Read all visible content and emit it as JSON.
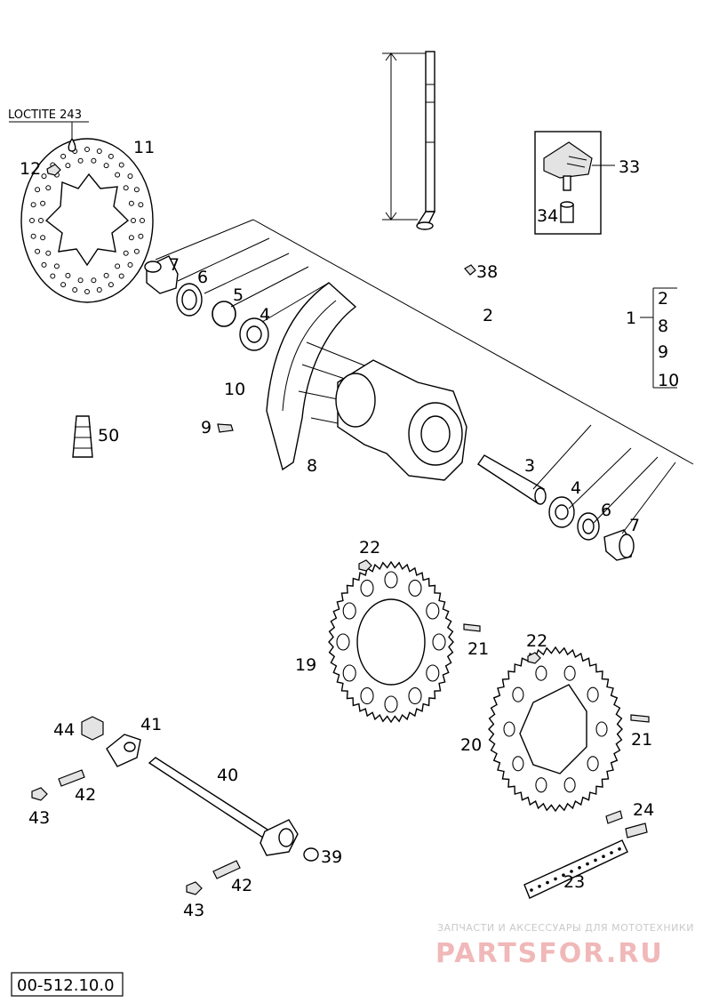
{
  "note": "LOCTITE 243",
  "reference_code": "00-512.10.0",
  "watermark": {
    "line": "ЗАПЧАСТИ И АКСЕССУАРЫ ДЛЯ МОТОТЕХНИКИ",
    "logo": "PARTSFOR.RU"
  },
  "callouts": {
    "c11": "11",
    "c12": "12",
    "c7a": "7",
    "c6a": "6",
    "c5": "5",
    "c4a": "4",
    "c10": "10",
    "c9": "9",
    "c8": "8",
    "c2": "2",
    "c38": "38",
    "c33": "33",
    "c34": "34",
    "c3": "3",
    "c4b": "4",
    "c6b": "6",
    "c7b": "7",
    "c50": "50",
    "c22a": "22",
    "c21a": "21",
    "c19": "19",
    "c22b": "22",
    "c20": "20",
    "c21b": "21",
    "c44": "44",
    "c41": "41",
    "c40": "40",
    "c42a": "42",
    "c43a": "43",
    "c39": "39",
    "c42b": "42",
    "c43b": "43",
    "c24": "24",
    "c23": "23"
  },
  "group": {
    "label": "1",
    "items": [
      "2",
      "8",
      "9",
      "10"
    ]
  }
}
